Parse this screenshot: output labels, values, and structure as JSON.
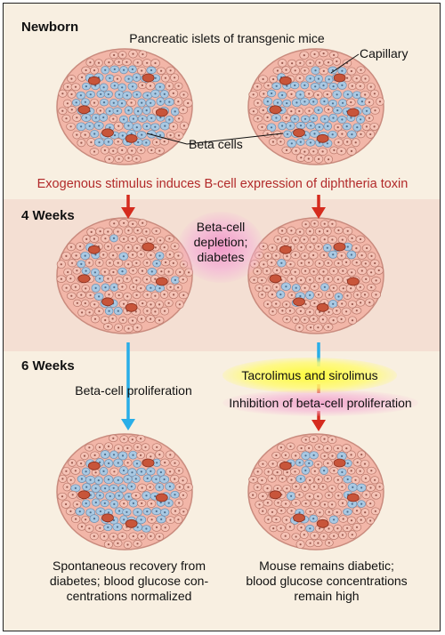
{
  "sections": {
    "newborn": "Newborn",
    "weeks4": "4 Weeks",
    "weeks6": "6 Weeks"
  },
  "labels": {
    "islets_title": "Pancreatic islets of transgenic mice",
    "capillary": "Capillary",
    "beta_cells": "Beta cells",
    "stimulus": "Exogenous stimulus induces B-cell expression of diphtheria toxin",
    "depletion_line1": "Beta-cell",
    "depletion_line2": "depletion;",
    "depletion_line3": "diabetes",
    "proliferation": "Beta-cell proliferation",
    "drugs": "Tacrolimus and sirolimus",
    "inhibition": "Inhibition of beta-cell proliferation",
    "recovery_line1": "Spontaneous recovery from",
    "recovery_line2": "diabetes; blood glucose con-",
    "recovery_line3": "centrations normalized",
    "diabetic_line1": "Mouse remains diabetic;",
    "diabetic_line2": "blood glucose concentrations",
    "diabetic_line3": "remain high"
  },
  "colors": {
    "frame_bg": "#f8efe1",
    "band_bg": "#f4dfd3",
    "islet_fill": "#f2b6a8",
    "beta_cell": "#a9c9e3",
    "capillary": "#c8553a",
    "stimulus_text": "#b22a2a",
    "red_arrow": "#d52b1e",
    "blue_arrow": "#29aee8"
  }
}
